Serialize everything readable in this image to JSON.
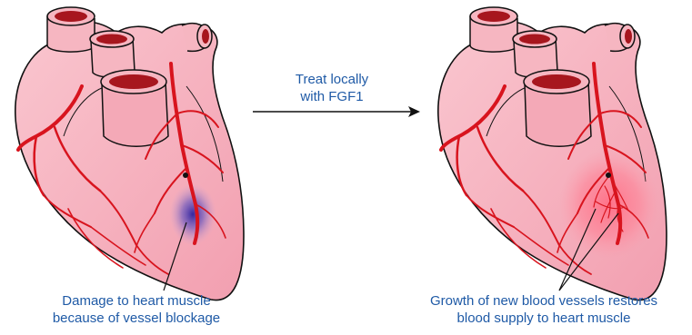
{
  "colors": {
    "heart_fill": "#f6b6c1",
    "heart_stroke": "#111111",
    "vessel": "#d8141e",
    "vessel_lumen": "#a7161e",
    "damage": "#3b2bb0",
    "new_growth": "#ff6f86",
    "text": "#1f5aa6"
  },
  "arrow": {
    "line1": "Treat locally",
    "line2": "with FGF1"
  },
  "left_heart": {
    "caption_line1": "Damage to heart muscle",
    "caption_line2": "because of vessel blockage"
  },
  "right_heart": {
    "caption_line1": "Growth of new blood vessels restores",
    "caption_line2": "blood supply to heart muscle"
  }
}
